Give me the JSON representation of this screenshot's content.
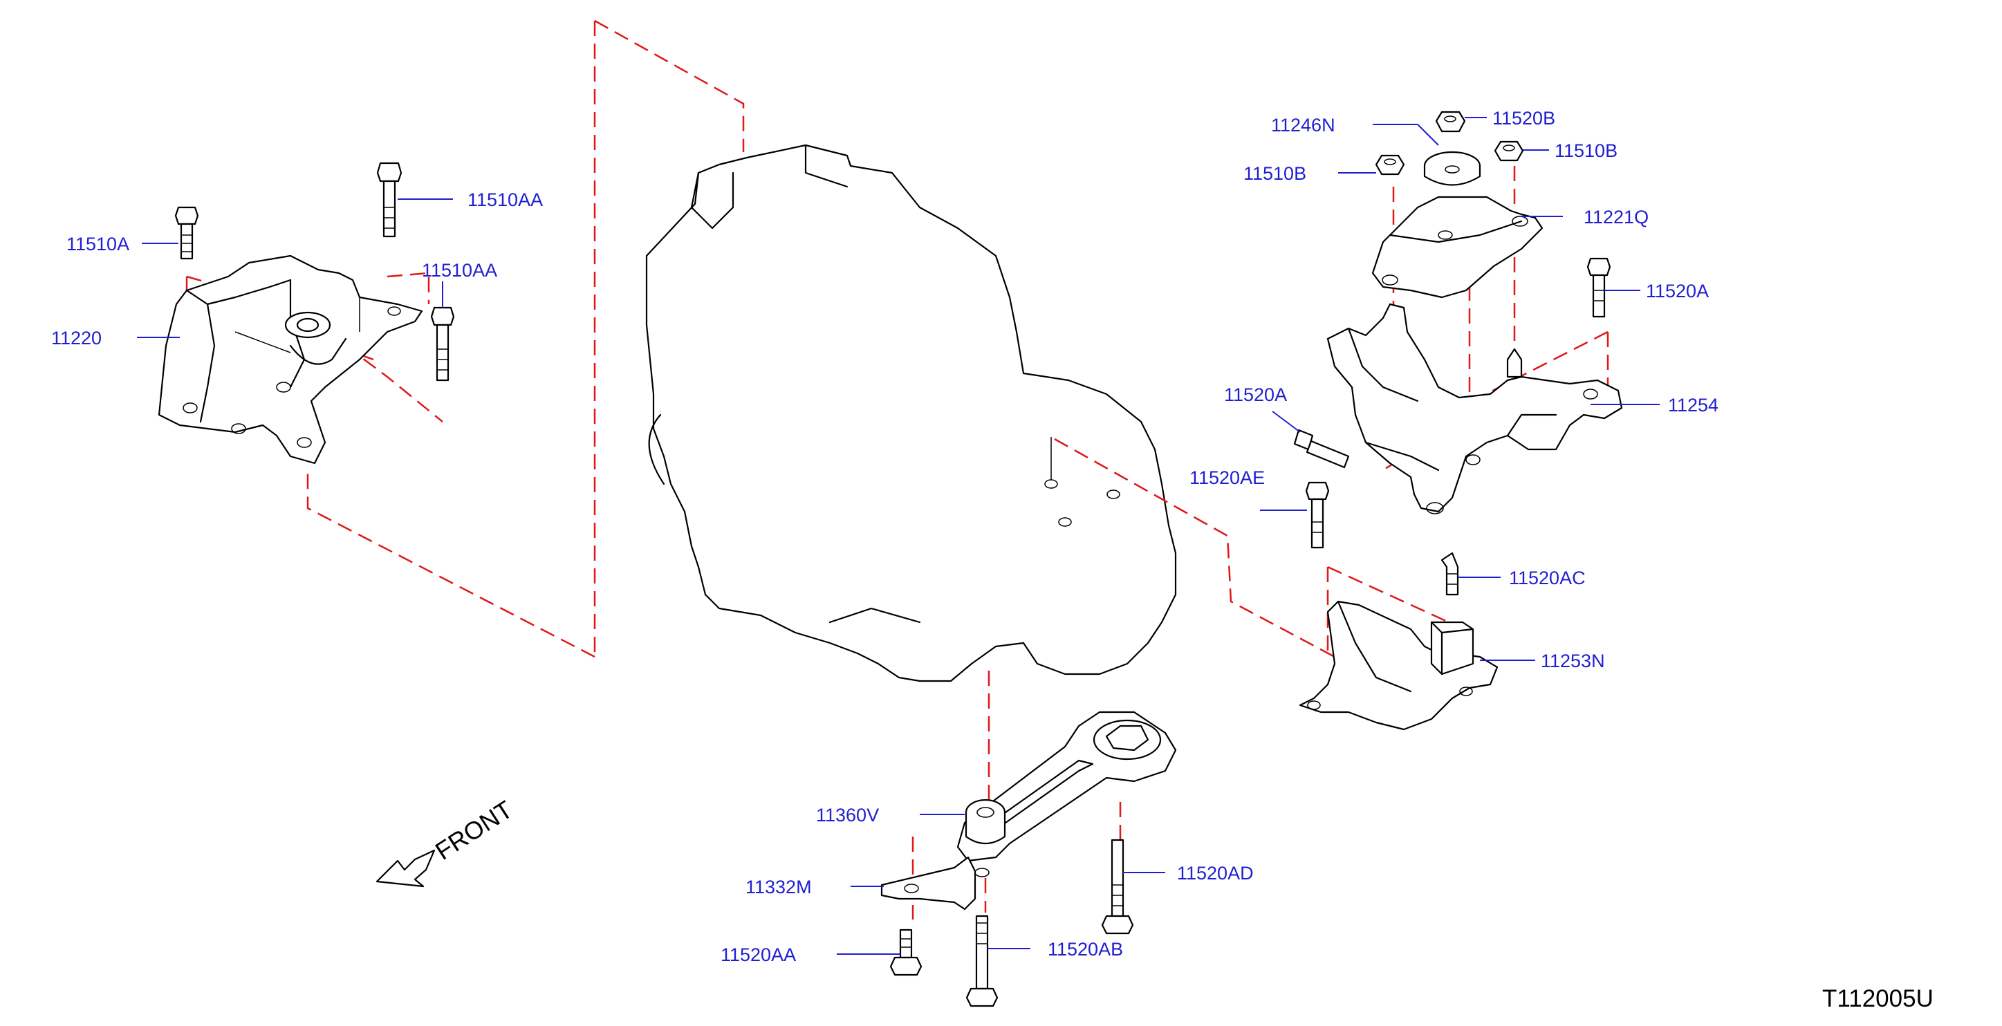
{
  "figure_code": "T112005U",
  "front_indicator": "FRONT",
  "part_labels": {
    "p11510A": "11510A",
    "p11510AA_1": "11510AA",
    "p11510AA_2": "11510AA",
    "p11220": "11220",
    "p11246N": "11246N",
    "p11520B": "11520B",
    "p11510B_1": "11510B",
    "p11510B_2": "11510B",
    "p11221Q": "11221Q",
    "p11520A_1": "11520A",
    "p11520A_2": "11520A",
    "p11254": "11254",
    "p11520AE": "11520AE",
    "p11520AC": "11520AC",
    "p11253N": "11253N",
    "p11360V": "11360V",
    "p11332M": "11332M",
    "p11520AD": "11520AD",
    "p11520AA": "11520AA",
    "p11520AB": "11520AB"
  },
  "colors": {
    "label_text": "#1f1fd0",
    "leader_line": "#1f1fd0",
    "centerline_dash": "#e01818",
    "drawing_ink": "#000000",
    "background": "#ffffff"
  }
}
